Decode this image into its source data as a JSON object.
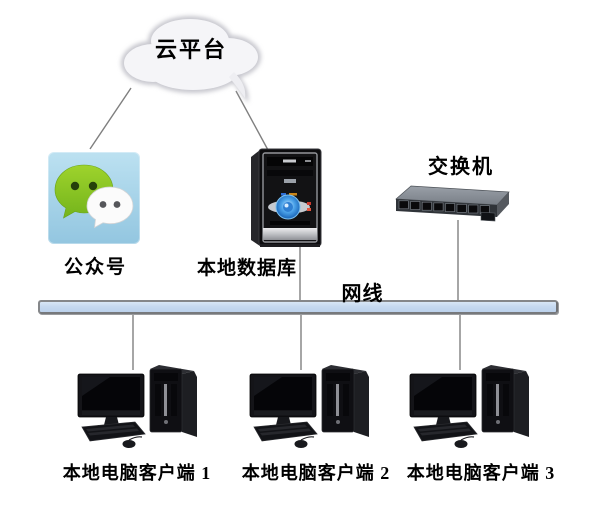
{
  "diagram": {
    "nodes": {
      "cloud": {
        "label": "云平台",
        "icon": "cloud-icon"
      },
      "wechat": {
        "label": "公众号",
        "icon": "wechat-icon"
      },
      "database": {
        "label": "本地数据库",
        "icon": "pc-tower-icon"
      },
      "switch": {
        "label": "交换机",
        "icon": "network-switch-icon"
      },
      "cable": {
        "label": "网线",
        "icon": "network-cable-bar"
      },
      "clients": [
        {
          "label": "本地电脑客户端 1",
          "icon": "desktop-computer-icon"
        },
        {
          "label": "本地电脑客户端 2",
          "icon": "desktop-computer-icon"
        },
        {
          "label": "本地电脑客户端 3",
          "icon": "desktop-computer-icon"
        }
      ]
    },
    "edges": [
      {
        "from": "cloud",
        "to": "wechat"
      },
      {
        "from": "cloud",
        "to": "database"
      },
      {
        "from": "database",
        "to": "cable"
      },
      {
        "from": "switch",
        "to": "cable"
      },
      {
        "from": "cable",
        "to": "client-1"
      },
      {
        "from": "cable",
        "to": "client-2"
      },
      {
        "from": "cable",
        "to": "client-3"
      }
    ],
    "colors": {
      "cable_fill": "#c6d9f0",
      "cable_border": "#85878a",
      "connector_line": "#7f7f7f",
      "wechat_green": "#8cc41f",
      "wechat_background": "#a5d2e8",
      "cloud_fill": "#f0f0f3",
      "text": "#000000"
    }
  }
}
